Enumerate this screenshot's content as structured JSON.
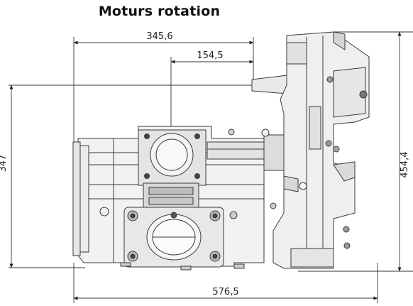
{
  "title": "Moturs rotation",
  "dimensions": {
    "top_overall": "345,6",
    "top_inner": "154,5",
    "left_height": "347",
    "right_height": "454,4",
    "bottom_width": "576,5"
  },
  "colors": {
    "line": "#3a3a3a",
    "body_fill": "#f2f2f2",
    "shade": "#d6d6d6"
  }
}
